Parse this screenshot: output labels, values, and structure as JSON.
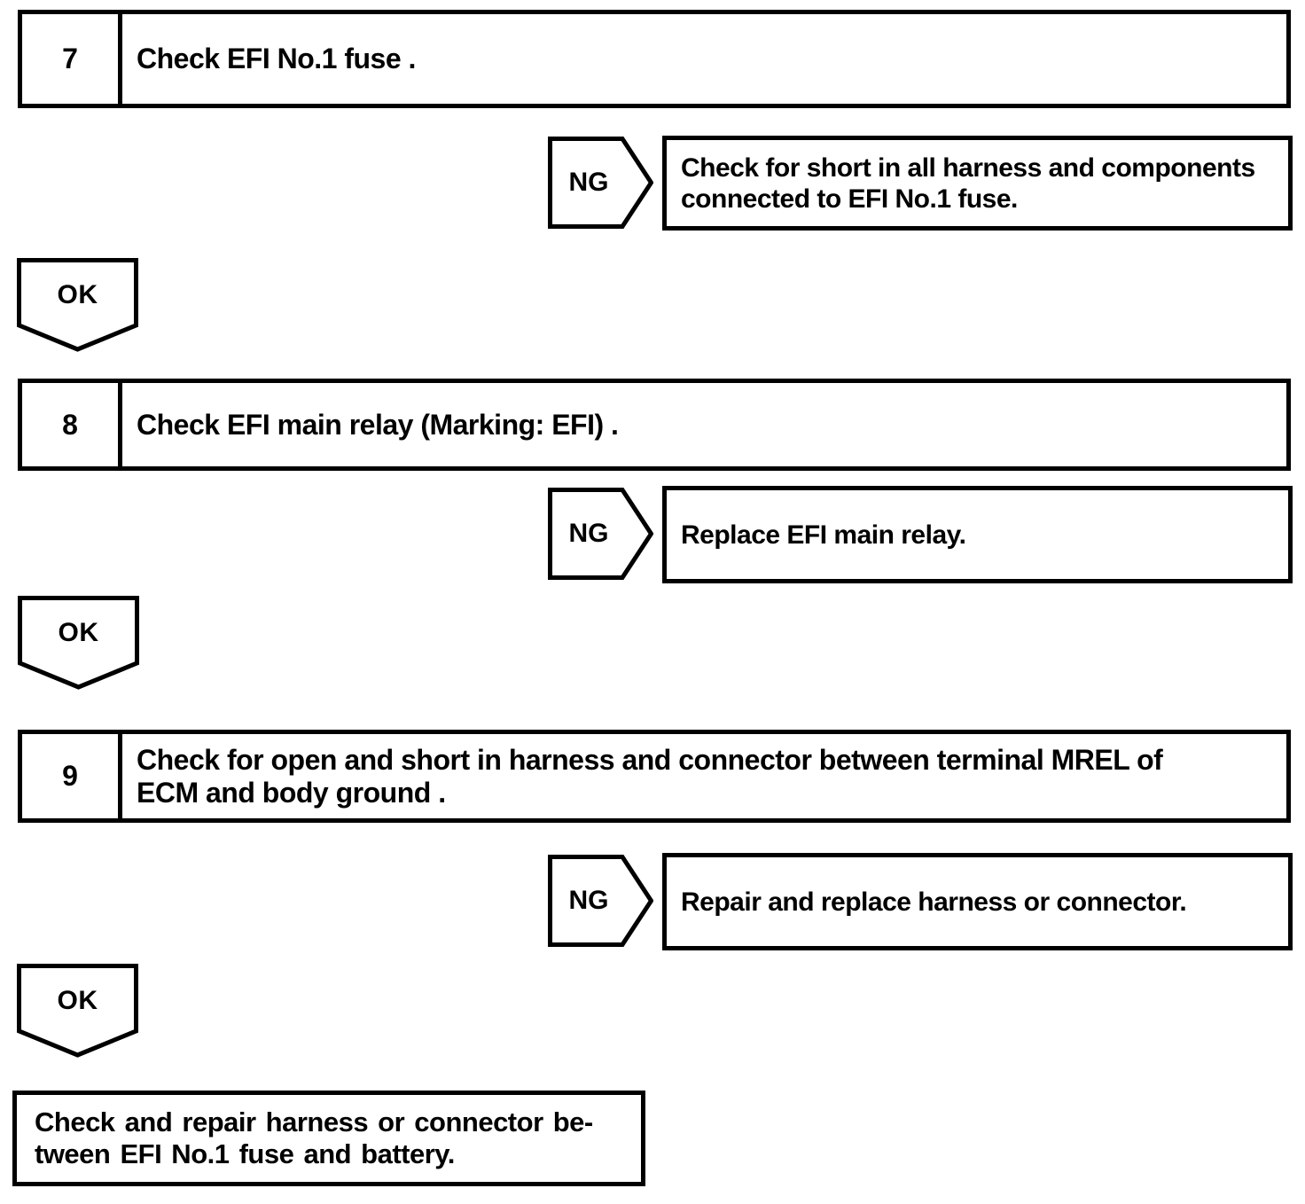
{
  "colors": {
    "ink": "#000000",
    "paper": "#ffffff"
  },
  "steps": [
    {
      "number": "7",
      "title": "Check EFI No.1 fuse .",
      "ng_label": "NG",
      "ng_action_lines": [
        "Check for short in all harness and components",
        "connected to EFI No.1 fuse."
      ],
      "ok_label": "OK"
    },
    {
      "number": "8",
      "title": "Check EFI main relay (Marking: EFI) .",
      "ng_label": "NG",
      "ng_action_lines": [
        "Replace EFI main relay."
      ],
      "ok_label": "OK"
    },
    {
      "number": "9",
      "title_lines": [
        "Check for open and short in harness and connector between terminal MREL of",
        "ECM and body ground ."
      ],
      "ng_label": "NG",
      "ng_action_lines": [
        "Repair and replace harness or connector."
      ],
      "ok_label": "OK"
    }
  ],
  "final_box": {
    "lines": [
      "Check and repair harness or connector be-",
      "tween EFI No.1 fuse and battery."
    ]
  }
}
